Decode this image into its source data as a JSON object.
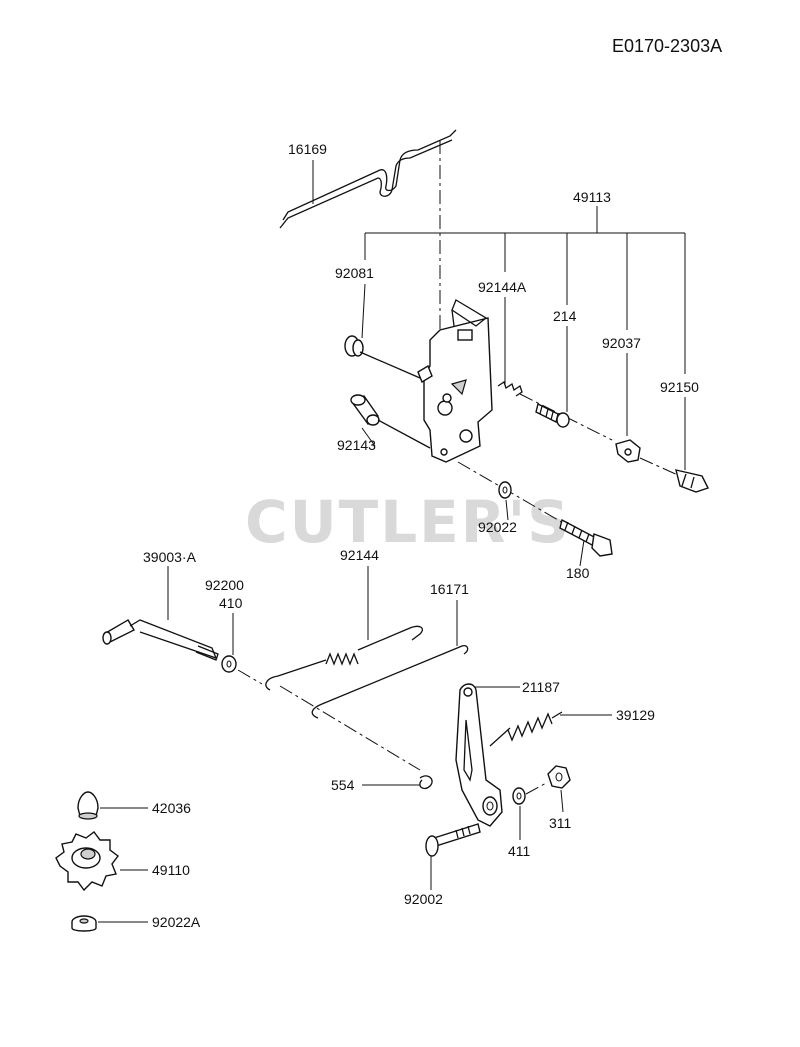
{
  "drawing_code": "E0170-2303A",
  "watermark": "CUTLER'S",
  "labels": {
    "p16169": "16169",
    "p49113": "49113",
    "p92081": "92081",
    "p92144A": "92144A",
    "p214": "214",
    "p92037": "92037",
    "p92150": "92150",
    "p92143": "92143",
    "p92022": "92022",
    "p180": "180",
    "p39003A": "39003·A",
    "p92200": "92200",
    "p410": "410",
    "p92144": "92144",
    "p16171": "16171",
    "p21187": "21187",
    "p39129": "39129",
    "p554": "554",
    "p411": "411",
    "p311": "311",
    "p92002": "92002",
    "p42036": "42036",
    "p49110": "49110",
    "p92022A": "92022A"
  }
}
